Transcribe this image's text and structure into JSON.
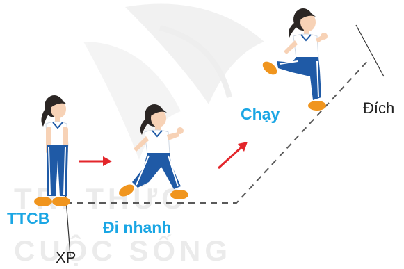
{
  "labels": {
    "ready_stance": "TTCB",
    "fast_walk": "Đi nhanh",
    "run": "Chạy",
    "finish": "Đích",
    "start": "XP"
  },
  "watermark": {
    "text_line_1": "TRI THỨC",
    "text_line_2": "CUỘC SỐNG"
  },
  "colors": {
    "accent_label": "#1aa6e4",
    "arrow": "#e3262b",
    "path": "#5a5a5a",
    "pants": "#1f5aa6",
    "stripe": "#ffffff",
    "shirt": "#ffffff",
    "shoes": "#f0951e",
    "skin": "#f7d2b6",
    "hair": "#2b2624",
    "watermark": "#d6d6d6"
  },
  "figures": [
    {
      "name": "girl-standing",
      "pose": "ready-stance"
    },
    {
      "name": "girl-walking",
      "pose": "fast-walk"
    },
    {
      "name": "girl-running",
      "pose": "run"
    }
  ]
}
